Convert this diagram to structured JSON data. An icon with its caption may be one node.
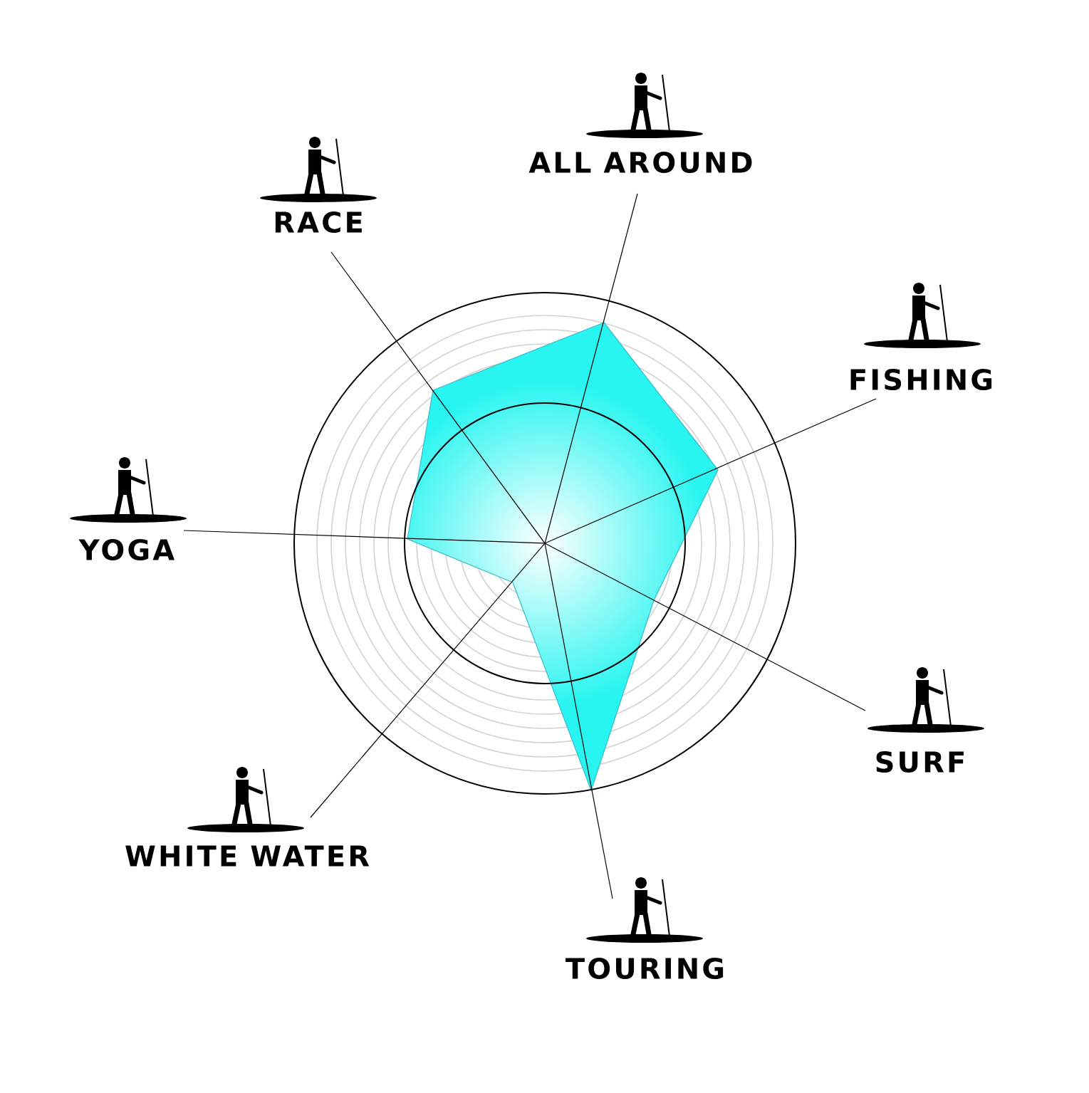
{
  "diagram": {
    "nodes": [
      {
        "text": [
          "ALL AROUND"
        ]
      },
      {
        "text": [
          "RACE"
        ]
      },
      {
        "text": [
          "FISHING"
        ]
      },
      {
        "text": [
          "YOGA"
        ]
      },
      {
        "text": [
          "SURF"
        ]
      },
      {
        "text": [
          "WHITE WATER"
        ]
      },
      {
        "text": [
          "TOURING"
        ]
      }
    ]
  }
}
